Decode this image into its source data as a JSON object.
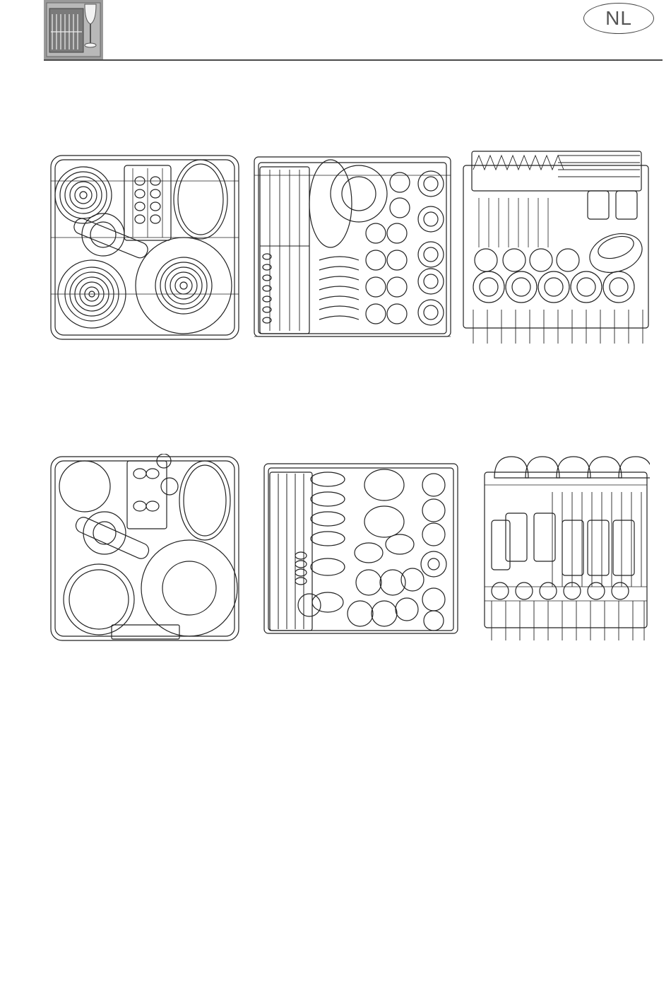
{
  "header": {
    "language_badge": "NL",
    "icon": "dishwasher-glass-icon"
  },
  "illustrations": [
    {
      "name": "lower-rack-pots-view",
      "icon": "rack-icon"
    },
    {
      "name": "lower-rack-plates-view",
      "icon": "rack-icon"
    },
    {
      "name": "upper-rack-cups-view",
      "icon": "rack-icon"
    },
    {
      "name": "lower-rack-mixed-view",
      "icon": "rack-icon"
    },
    {
      "name": "lower-rack-cutlery-view",
      "icon": "rack-icon"
    },
    {
      "name": "upper-rack-glasses-view",
      "icon": "rack-icon"
    }
  ],
  "colors": {
    "line": "#222222",
    "rule": "#4a4a4a",
    "icon_bg": "#9a9a9a"
  }
}
